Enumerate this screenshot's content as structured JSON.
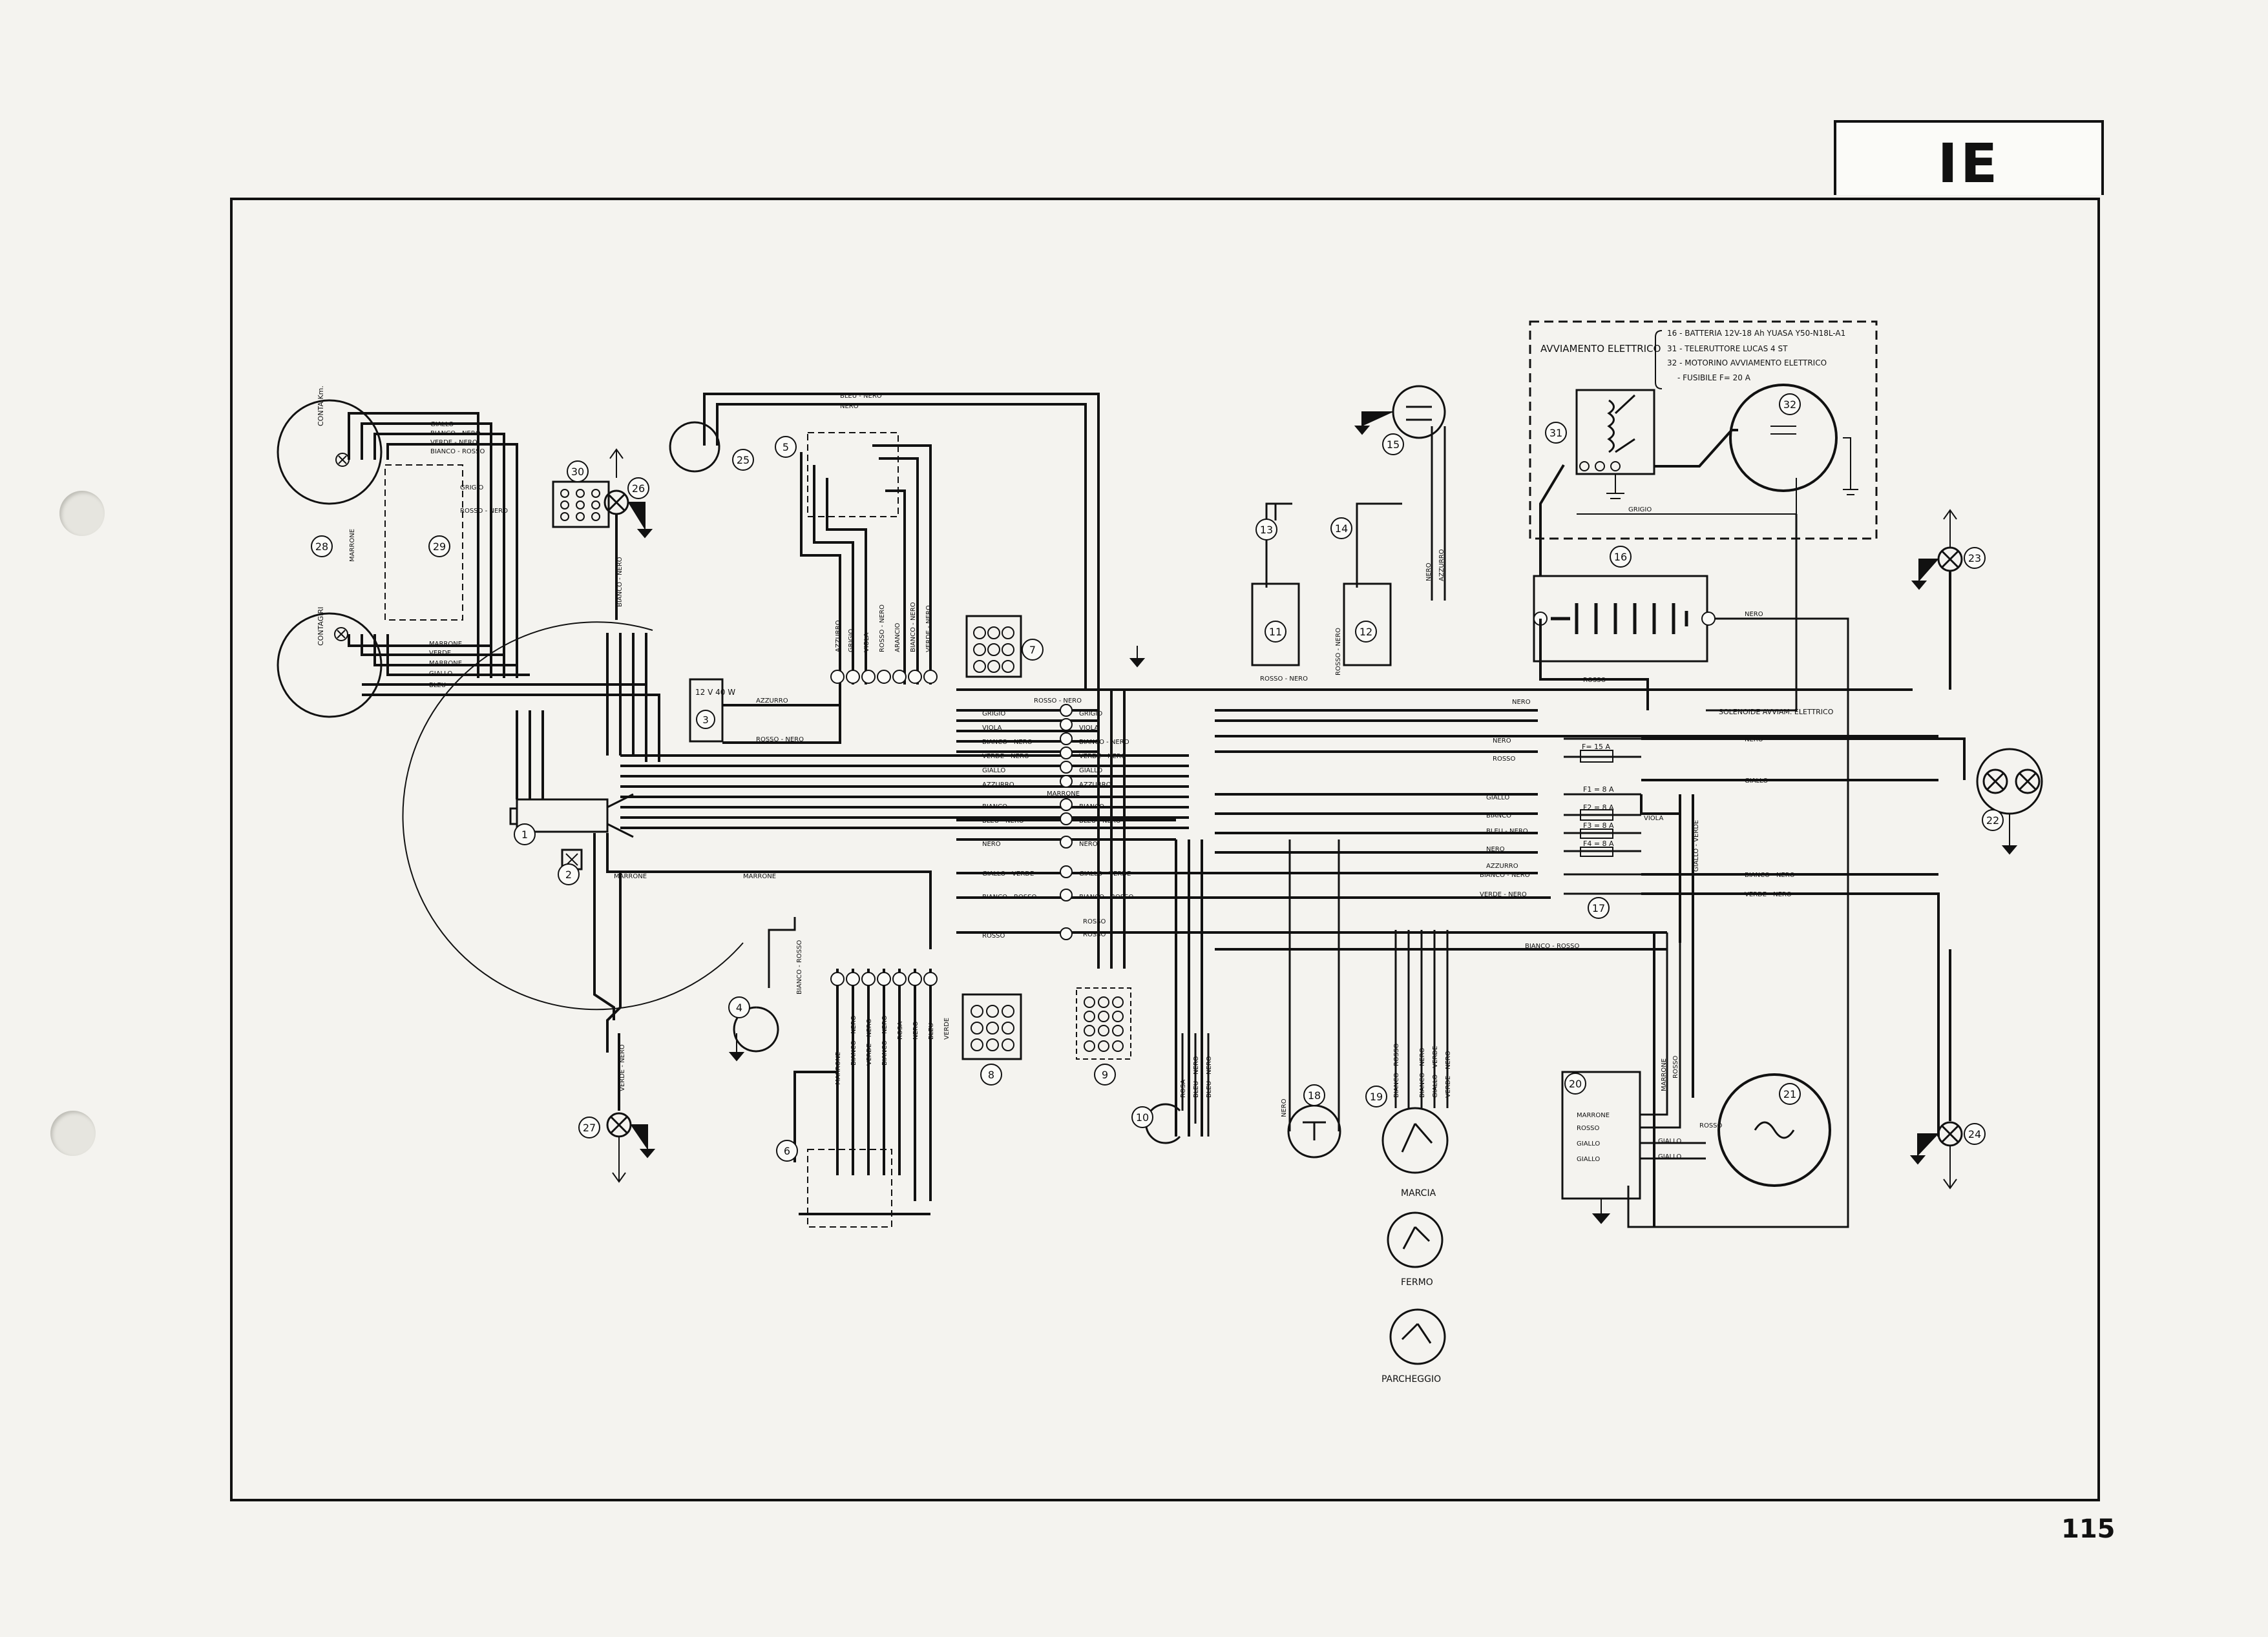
{
  "header": {
    "section_tab": "IE",
    "page_number": "115"
  },
  "legend": {
    "title": "AVVIAMENTO ELETTRICO",
    "items": [
      "16 - BATTERIA 12V-18 Ah YUASA Y50-N18L-A1",
      "31 - TELERUTTORE LUCAS 4 ST",
      "32 - MOTORINO AVVIAMENTO ELETTRICO",
      "- FUSIBILE F= 20 A"
    ]
  },
  "components": {
    "c1": "1",
    "c2": "2",
    "c3": "3",
    "c4": "4",
    "c5": "5",
    "c6": "6",
    "c7": "7",
    "c8": "8",
    "c9": "9",
    "c10": "10",
    "c11": "11",
    "c12": "12",
    "c13": "13",
    "c14": "14",
    "c15": "15",
    "c16": "16",
    "c17": "17",
    "c18": "18",
    "c19": "19",
    "c20": "20",
    "c21": "21",
    "c22": "22",
    "c23": "23",
    "c24": "24",
    "c25": "25",
    "c26": "26",
    "c27": "27",
    "c28": "28",
    "c29": "29",
    "c30": "30",
    "c31": "31",
    "c32": "32"
  },
  "labels": {
    "conta_km": "CONTA Km.",
    "contagiri": "CONTAGIRI",
    "lamp_3": "12 V 40 W",
    "solenoid": "SOLENOIDE AVVIAM. ELETTRICO",
    "fuse_main": "F= 15 A",
    "fuse_1": "F1 = 8 A",
    "fuse_2": "F2 = 8 A",
    "fuse_3": "F3 = 8 A",
    "fuse_4": "F4 = 8 A",
    "marcia": "MARCIA",
    "fermo": "FERMO",
    "parcheggio": "PARCHEGGIO"
  },
  "wires": {
    "giallo": "GIALLO",
    "bianco_nero": "BIANCO - NERO",
    "verde_nero": "VERDE - NERO",
    "bianco_rosso": "BIANCO - ROSSO",
    "grigio": "GRIGIO",
    "rosso_nero": "ROSSO - NERO",
    "marrone": "MARRONE",
    "verde": "VERDE",
    "bleu": "BLEU",
    "bleu_nero": "BLEU - NERO",
    "nero": "NERO",
    "azzurro": "AZZURRO",
    "viola": "VIOLA",
    "arancio": "ARANCIO",
    "bianco": "BIANCO",
    "giallo_verde": "GIALLO - VERDE",
    "rosso": "ROSSO",
    "rosa": "ROSA"
  },
  "colors": {
    "ink": "#111111",
    "paper": "#f4f3ef"
  }
}
